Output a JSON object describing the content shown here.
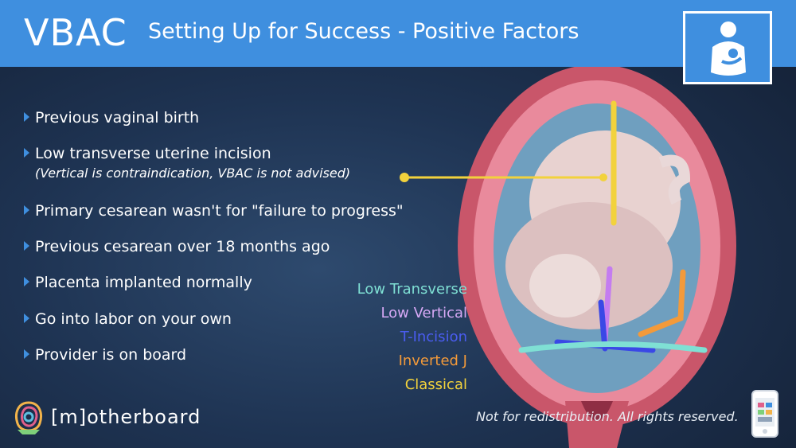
{
  "header": {
    "title": "VBAC",
    "subtitle": "Setting Up for Success - Positive Factors",
    "badge_icon": "breastfeeding-mother-icon"
  },
  "factors": [
    {
      "text": "Previous vaginal birth"
    },
    {
      "text": "Low transverse uterine incision",
      "note": "(Vertical is contraindication, VBAC is not advised)"
    },
    {
      "text": "Primary cesarean wasn't for \"failure to progress\""
    },
    {
      "text": "Previous cesarean over 18 months ago"
    },
    {
      "text": "Placenta implanted normally"
    },
    {
      "text": "Go into labor on your own"
    },
    {
      "text": "Provider is on board"
    }
  ],
  "incision_legend": [
    {
      "label": "Low Transverse",
      "color": "#7fe0d4"
    },
    {
      "label": "Low Vertical",
      "color": "#d6a8f5"
    },
    {
      "label": "T-Incision",
      "color": "#4a5cf0"
    },
    {
      "label": "Inverted J",
      "color": "#f39a3a"
    },
    {
      "label": "Classical",
      "color": "#f2d23c"
    }
  ],
  "footer": {
    "brand": "[m]otherboard",
    "copyright": "Not for redistribution.  All rights reserved.",
    "logo_icon": "motherboard-logo-icon",
    "app_icon": "mobile-app-icon"
  },
  "colors": {
    "header_bg": "#3f8fdf",
    "bullet_arrow": "#3f8fdf",
    "connector": "#f2d23c"
  }
}
